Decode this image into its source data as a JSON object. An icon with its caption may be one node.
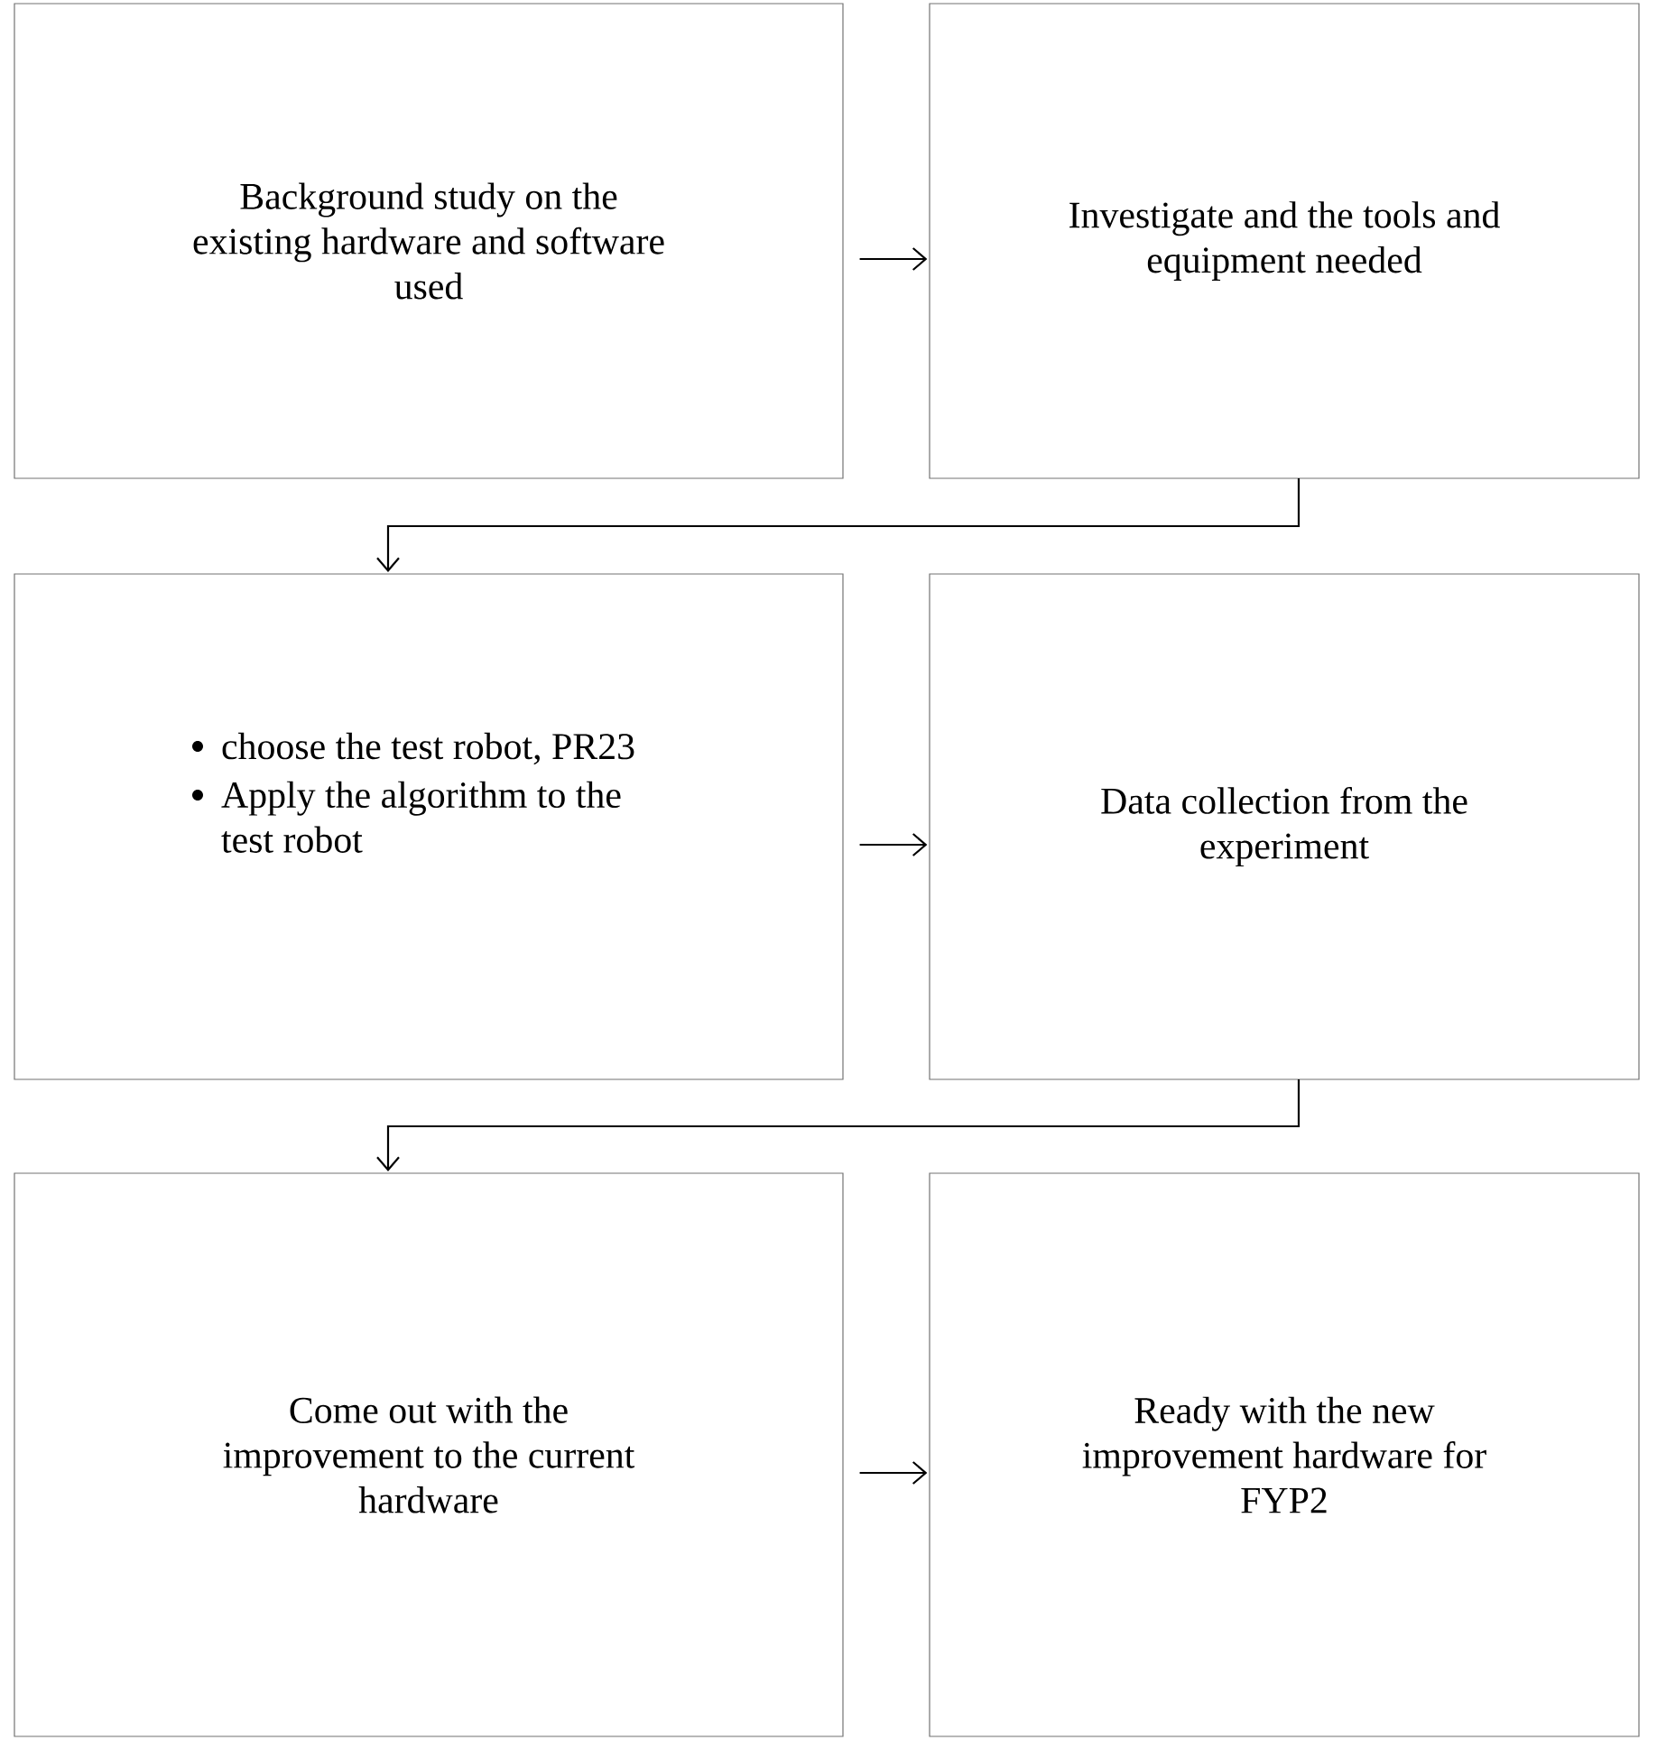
{
  "diagram": {
    "nodes": [
      {
        "text": [
          "Background study on the existing hardware and software used"
        ]
      },
      {
        "text": [
          "Investigate and the tools and equipment needed"
        ]
      },
      {
        "text": [
          "choose the test robot, PR23",
          "Apply the algorithm to the test robot"
        ]
      },
      {
        "text": [
          "Data collection from the experiment"
        ]
      },
      {
        "text": [
          "Come out with the improvement to the current hardware"
        ]
      },
      {
        "text": [
          "Ready with the new improvement hardware for FYP2"
        ]
      }
    ],
    "edges": [
      {
        "from": 0,
        "to": 1,
        "arrow": "to"
      },
      {
        "from": 1,
        "to": 2,
        "arrow": "to"
      },
      {
        "from": 2,
        "to": 3,
        "arrow": "to"
      },
      {
        "from": 3,
        "to": 4,
        "arrow": "to"
      },
      {
        "from": 4,
        "to": 5,
        "arrow": "to"
      }
    ]
  }
}
